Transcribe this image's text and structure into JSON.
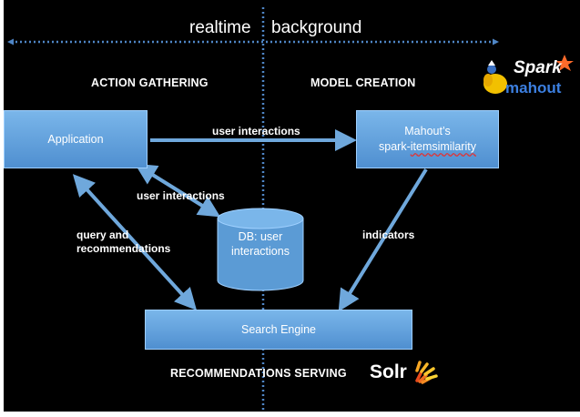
{
  "headers": {
    "left": "realtime",
    "right": "background"
  },
  "sections": {
    "action_gathering": "ACTION GATHERING",
    "model_creation": "MODEL CREATION",
    "recommendations_serving": "RECOMMENDATIONS SERVING"
  },
  "nodes": {
    "application": "Application",
    "mahout_line1": "Mahout’s",
    "mahout_line2a": "spark-",
    "mahout_line2b": "itemsimilarity",
    "db_line1": "DB: user",
    "db_line2": "interactions",
    "search_engine": "Search Engine"
  },
  "edges": {
    "app_to_mahout": "user interactions",
    "app_to_db": "user interactions",
    "query_line1": "query and",
    "query_line2": "recommendations",
    "indicators": "indicators"
  },
  "logos": {
    "spark": "Spark",
    "mahout": "mahout",
    "solr": "Solr"
  },
  "colors": {
    "background": "#000000",
    "node_fill": "#5b9bd5",
    "arrow": "#6fa8dc",
    "divider": "#4f86c6"
  }
}
